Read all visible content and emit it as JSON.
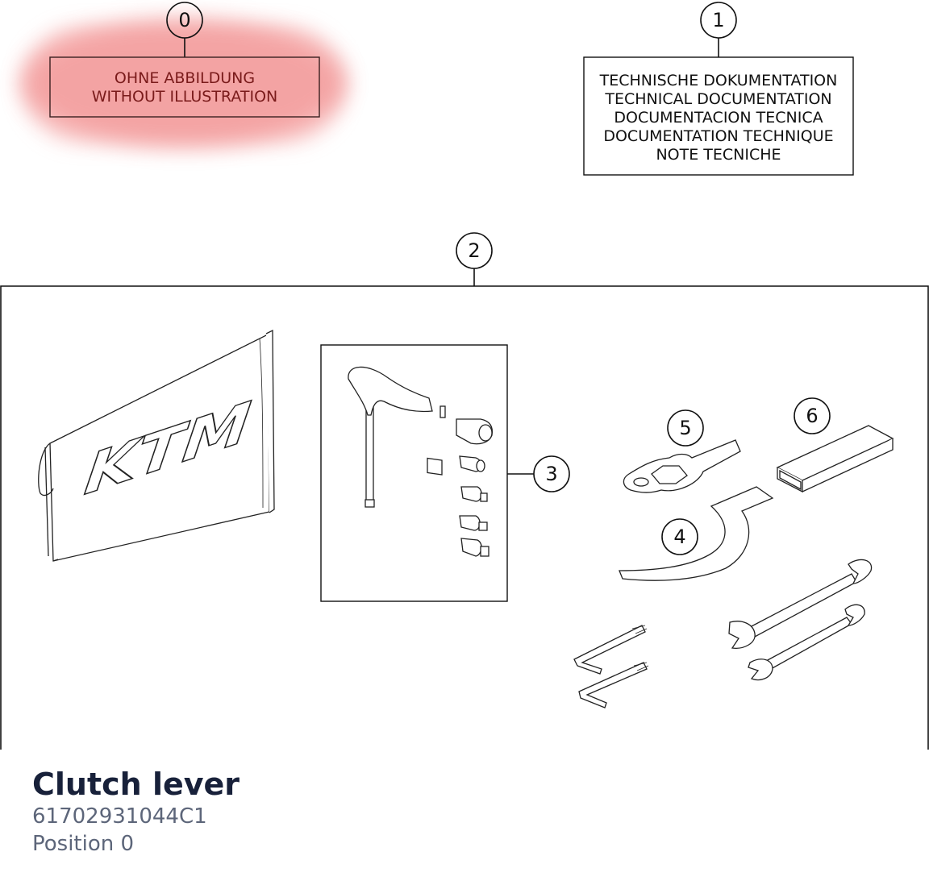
{
  "callouts": [
    "0",
    "1",
    "2",
    "3",
    "4",
    "5",
    "6"
  ],
  "placeholder_box": {
    "lines": [
      "OHNE ABBILDUNG",
      "WITHOUT ILLUSTRATION"
    ]
  },
  "doc_box": {
    "lines": [
      "TECHNISCHE DOKUMENTATION",
      "TECHNICAL DOCUMENTATION",
      "DOCUMENTACION TECNICA",
      "DOCUMENTATION TECHNIQUE",
      "NOTE TECNICHE"
    ]
  },
  "logo": "KTM",
  "highlight_color": "#f08a8a",
  "caption": {
    "title": "Clutch lever",
    "part_number": "61702931044C1",
    "position": "Position 0"
  }
}
